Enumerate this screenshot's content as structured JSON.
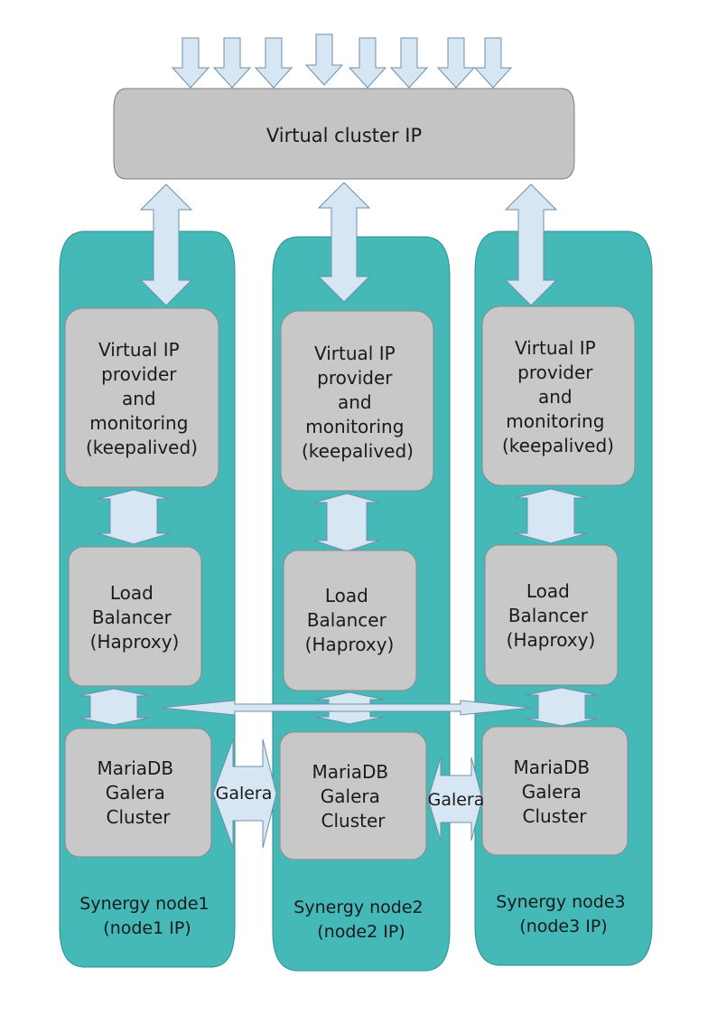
{
  "virtual_cluster_ip": "Virtual cluster IP",
  "galera_labels": [
    "Galera",
    "Galera"
  ],
  "nodes": [
    {
      "keepalived": [
        "Virtual IP",
        "provider",
        "and",
        "monitoring",
        "(keepalived)"
      ],
      "load_balancer": [
        "Load",
        "Balancer",
        "(Haproxy)"
      ],
      "mariadb": [
        "MariaDB",
        "Galera",
        "Cluster"
      ],
      "footer": [
        "Synergy node1",
        "(node1 IP)"
      ]
    },
    {
      "keepalived": [
        "Virtual IP",
        "provider",
        "and",
        "monitoring",
        "(keepalived)"
      ],
      "load_balancer": [
        "Load",
        "Balancer",
        "(Haproxy)"
      ],
      "mariadb": [
        "MariaDB",
        "Galera",
        "Cluster"
      ],
      "footer": [
        "Synergy node2",
        "(node2 IP)"
      ]
    },
    {
      "keepalived": [
        "Virtual IP",
        "provider",
        "and",
        "monitoring",
        "(keepalived)"
      ],
      "load_balancer": [
        "Load",
        "Balancer",
        "(Haproxy)"
      ],
      "mariadb": [
        "MariaDB",
        "Galera",
        "Cluster"
      ],
      "footer": [
        "Synergy node3",
        "(node3 IP)"
      ]
    }
  ],
  "colors": {
    "node_fill": "#45b8b8",
    "box_fill": "#c8c8c8",
    "arrow_fill": "#d6e7f3"
  }
}
